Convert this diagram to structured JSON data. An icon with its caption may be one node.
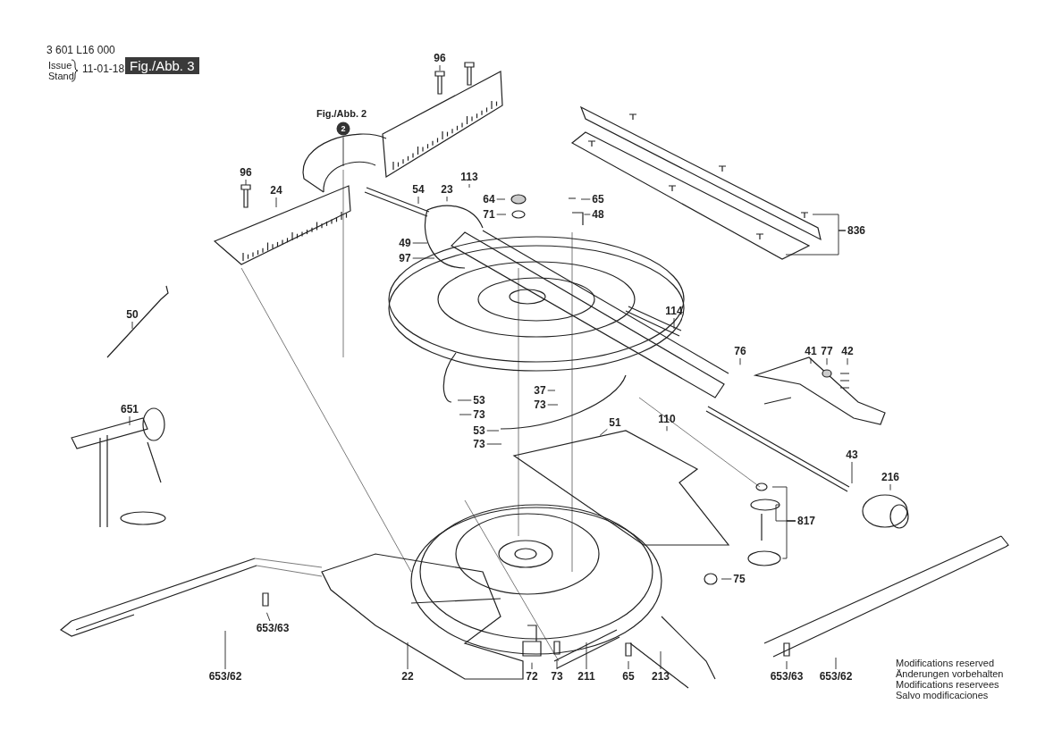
{
  "diagram": {
    "nodes": [
      {
        "text": [
          "96"
        ]
      },
      {
        "text": [
          "96"
        ]
      },
      {
        "text": [
          "2"
        ],
        "beside": [
          "Fig./Abb. 2"
        ]
      },
      {
        "text": [
          "24"
        ]
      },
      {
        "text": [
          "54"
        ]
      },
      {
        "text": [
          "23"
        ]
      },
      {
        "text": [
          "113"
        ]
      },
      {
        "text": [
          "64"
        ]
      },
      {
        "text": [
          "71"
        ]
      },
      {
        "text": [
          "65"
        ]
      },
      {
        "text": [
          "48"
        ]
      },
      {
        "text": [
          "49"
        ]
      },
      {
        "text": [
          "97"
        ]
      },
      {
        "text": [
          "836"
        ]
      },
      {
        "text": [
          "50"
        ]
      },
      {
        "text": [
          "114"
        ]
      },
      {
        "text": [
          "76"
        ]
      },
      {
        "text": [
          "41"
        ]
      },
      {
        "text": [
          "77"
        ]
      },
      {
        "text": [
          "42"
        ]
      },
      {
        "text": [
          "53"
        ]
      },
      {
        "text": [
          "73"
        ]
      },
      {
        "text": [
          "37"
        ]
      },
      {
        "text": [
          "73"
        ]
      },
      {
        "text": [
          "53"
        ]
      },
      {
        "text": [
          "73"
        ]
      },
      {
        "text": [
          "651"
        ]
      },
      {
        "text": [
          "51"
        ]
      },
      {
        "text": [
          "110"
        ]
      },
      {
        "text": [
          "43"
        ]
      },
      {
        "text": [
          "216"
        ]
      },
      {
        "text": [
          "817"
        ]
      },
      {
        "text": [
          "75"
        ]
      },
      {
        "text": [
          "653/63"
        ]
      },
      {
        "text": [
          "653/62"
        ]
      },
      {
        "text": [
          "22"
        ]
      },
      {
        "text": [
          "72"
        ]
      },
      {
        "text": [
          "73"
        ]
      },
      {
        "text": [
          "211"
        ]
      },
      {
        "text": [
          "65"
        ]
      },
      {
        "text": [
          "213"
        ]
      },
      {
        "text": [
          "653/63"
        ]
      },
      {
        "text": [
          "653/62"
        ]
      }
    ],
    "edges": [
      {
        "from": 0,
        "to": null,
        "arrow": "none"
      },
      {
        "from": 1,
        "to": null,
        "arrow": "none"
      },
      {
        "from": 2,
        "to": null,
        "arrow": "none"
      },
      {
        "from": 3,
        "to": null,
        "arrow": "none"
      },
      {
        "from": 4,
        "to": null,
        "arrow": "none"
      },
      {
        "from": 5,
        "to": null,
        "arrow": "none"
      },
      {
        "from": 6,
        "to": null,
        "arrow": "none"
      },
      {
        "from": 7,
        "to": null,
        "arrow": "none"
      },
      {
        "from": 8,
        "to": null,
        "arrow": "none"
      },
      {
        "from": 9,
        "to": null,
        "arrow": "none"
      },
      {
        "from": 10,
        "to": null,
        "arrow": "none"
      },
      {
        "from": 11,
        "to": null,
        "arrow": "none"
      },
      {
        "from": 12,
        "to": null,
        "arrow": "none"
      },
      {
        "from": 13,
        "to": null,
        "arrow": "none"
      },
      {
        "from": 13,
        "to": null,
        "arrow": "none"
      },
      {
        "from": 14,
        "to": null,
        "arrow": "none"
      },
      {
        "from": 15,
        "to": null,
        "arrow": "none"
      },
      {
        "from": 16,
        "to": null,
        "arrow": "none"
      },
      {
        "from": 17,
        "to": null,
        "arrow": "none"
      },
      {
        "from": 18,
        "to": null,
        "arrow": "none"
      },
      {
        "from": 19,
        "to": null,
        "arrow": "none"
      },
      {
        "from": 20,
        "to": null,
        "arrow": "none"
      },
      {
        "from": 21,
        "to": null,
        "arrow": "none"
      },
      {
        "from": 22,
        "to": null,
        "arrow": "none"
      },
      {
        "from": 23,
        "to": null,
        "arrow": "none"
      },
      {
        "from": 24,
        "to": null,
        "arrow": "none"
      },
      {
        "from": 25,
        "to": null,
        "arrow": "none"
      },
      {
        "from": 26,
        "to": null,
        "arrow": "none"
      },
      {
        "from": 27,
        "to": null,
        "arrow": "none"
      },
      {
        "from": 28,
        "to": null,
        "arrow": "none"
      },
      {
        "from": 29,
        "to": null,
        "arrow": "none"
      },
      {
        "from": 30,
        "to": null,
        "arrow": "none"
      },
      {
        "from": 31,
        "to": null,
        "arrow": "none"
      },
      {
        "from": 31,
        "to": null,
        "arrow": "none"
      },
      {
        "from": 31,
        "to": null,
        "arrow": "none"
      },
      {
        "from": 32,
        "to": null,
        "arrow": "none"
      },
      {
        "from": 33,
        "to": null,
        "arrow": "none"
      },
      {
        "from": 34,
        "to": null,
        "arrow": "none"
      },
      {
        "from": 35,
        "to": null,
        "arrow": "none"
      },
      {
        "from": 36,
        "to": null,
        "arrow": "none"
      },
      {
        "from": 37,
        "to": null,
        "arrow": "none"
      },
      {
        "from": 38,
        "to": null,
        "arrow": "none"
      },
      {
        "from": 39,
        "to": null,
        "arrow": "none"
      },
      {
        "from": 40,
        "to": null,
        "arrow": "none"
      },
      {
        "from": 41,
        "to": null,
        "arrow": "none"
      },
      {
        "from": 42,
        "to": null,
        "arrow": "none"
      }
    ],
    "labels": [
      "3 601 L16 000",
      "Issue",
      "Stand",
      "11-01-18",
      "Fig./Abb. 3",
      "Modifications reserved",
      "Änderungen vorbehalten",
      "Modifications reservees",
      "Salvo modificaciones"
    ]
  }
}
